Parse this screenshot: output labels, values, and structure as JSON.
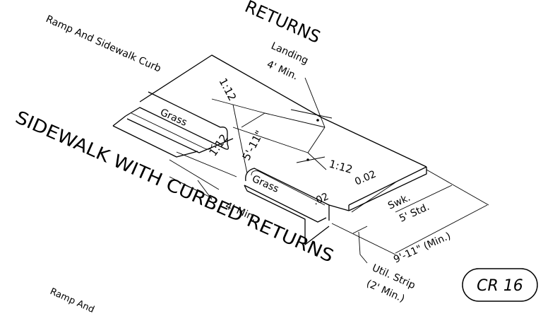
{
  "titles": {
    "top_partial": "RETURNS",
    "main": "SIDEWALK WITH CURBED RETURNS",
    "top_left_partial": "Ramp And Sidewalk Curb",
    "bottom_left_partial": "Ramp And"
  },
  "labels": {
    "landing": "Landing",
    "landing_dim": "4' Min.",
    "grass_left": "Grass",
    "grass_right": "Grass",
    "slope_top": "1:12",
    "slope_mid": "1:12",
    "slope_right": "1:12",
    "ramp_width": "5'-11\"",
    "cross_slope_1": "0.02",
    "cross_slope_2": ".02",
    "min_width": "4' Min.",
    "swk": "Swk.",
    "swk_std": "5' Std.",
    "total_min": "9'-11\" (Min.)",
    "util_strip": "Util. Strip",
    "util_strip_min": "(2' Min.)"
  },
  "detail_id": "CR 16"
}
